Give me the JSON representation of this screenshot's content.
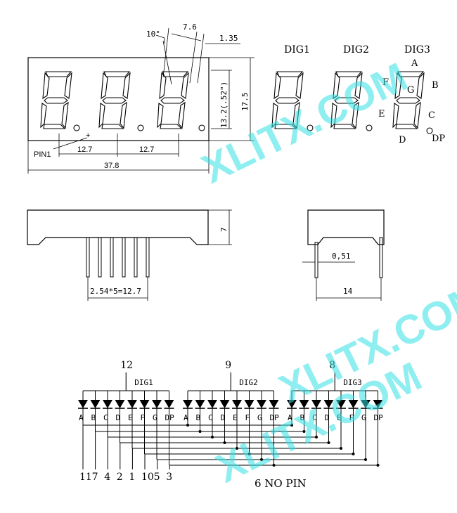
{
  "top_view": {
    "width_mm": "37.8",
    "digit_pitch_1": "12.7",
    "digit_pitch_2": "12.7",
    "pin1_label": "PIN1",
    "plus_mark": "+",
    "char_height": "13.2(.52\")",
    "body_height": "17.5",
    "slant_angle": "10°",
    "digit_width": "7.6",
    "segment_width": "1.35"
  },
  "segment_legend": {
    "dig1": "DIG1",
    "dig2": "DIG2",
    "dig3": "DIG3",
    "seg_a": "A",
    "seg_b": "B",
    "seg_c": "C",
    "seg_d": "D",
    "seg_e": "E",
    "seg_f": "F",
    "seg_g": "G",
    "seg_dp": "DP"
  },
  "side_view": {
    "height": "7",
    "pin_pitch": "2.54*5=12.7"
  },
  "end_view": {
    "pin_dia": "0,51",
    "row_spacing": "14"
  },
  "schematic": {
    "groups": [
      {
        "pin": "12",
        "name": "DIG1"
      },
      {
        "pin": "9",
        "name": "DIG2"
      },
      {
        "pin": "8",
        "name": "DIG3"
      }
    ],
    "segments": [
      "A",
      "B",
      "C",
      "D",
      "E",
      "F",
      "G",
      "DP"
    ],
    "segment_pins": [
      "11",
      "7",
      "4",
      "2",
      "1",
      "10",
      "5",
      "3"
    ],
    "no_pin_note": "6 NO PIN"
  },
  "watermark": {
    "text_1": "XLITX.COM",
    "text_2": "XLITX.COM",
    "text_3": "XLITX.COM"
  }
}
